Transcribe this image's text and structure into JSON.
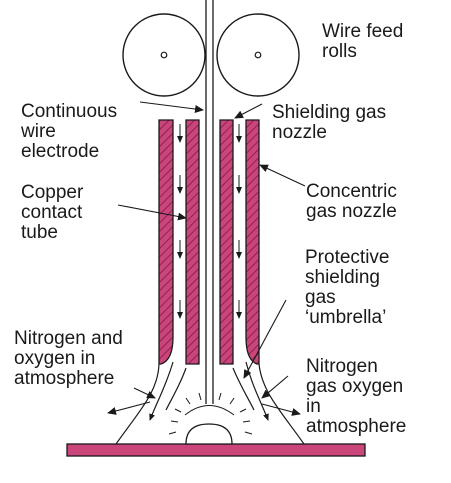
{
  "labels": {
    "wire_feed_rolls": "Wire feed\nrolls",
    "continuous_wire_electrode": "Continuous\nwire\nelectrode",
    "shielding_gas_nozzle": "Shielding gas\nnozzle",
    "copper_contact_tube": "Copper\ncontact\ntube",
    "concentric_gas_nozzle": "Concentric\ngas nozzle",
    "protective_shielding_gas_umbrella": "Protective\nshielding\ngas\n‘umbrella’",
    "nitrogen_oxygen_left": "Nitrogen and\noxygen in\natmosphere",
    "nitrogen_oxygen_right": "Nitrogen\ngas oxygen\nin\natmosphere"
  },
  "colors": {
    "tube_fill": "#c9457a",
    "tube_hatch": "#8e2152",
    "outline": "#1a1a1a",
    "workpiece": "#c9457a",
    "background": "#ffffff"
  }
}
